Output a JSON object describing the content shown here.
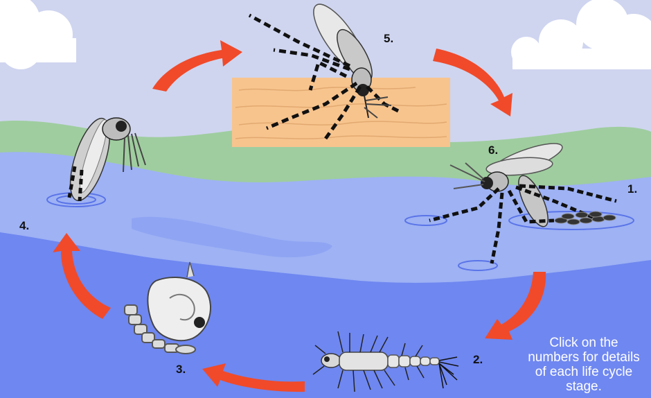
{
  "stages": {
    "eggs": {
      "number": "1."
    },
    "larva": {
      "number": "2."
    },
    "pupa": {
      "number": "3."
    },
    "emerging_adult": {
      "number": "4."
    },
    "blood_meal": {
      "number": "5."
    },
    "adult": {
      "number": "6."
    }
  },
  "instructions": {
    "line1": "Click on the",
    "line2": "numbers for details",
    "line3": "of each life cycle",
    "line4": "stage."
  },
  "colors": {
    "sky": "#cfd5ef",
    "hill": "#9fcd9f",
    "water_light": "#9eb2f4",
    "water_deep": "#6f87f0",
    "skin": "#f7c48e",
    "arrow": "#f04a2a",
    "insect_body": "#b9b9b9",
    "instruction_text": "#ffffff"
  }
}
